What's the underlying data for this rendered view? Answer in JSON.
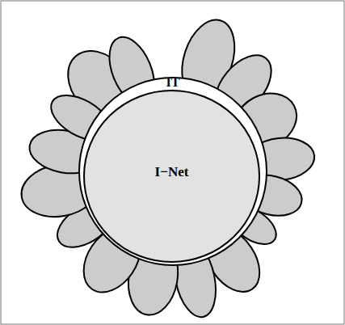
{
  "diagram": {
    "nodes": [
      {
        "text": [
          "IT"
        ]
      },
      {
        "text": [
          "I−Net"
        ],
        "in": 0
      }
    ]
  }
}
